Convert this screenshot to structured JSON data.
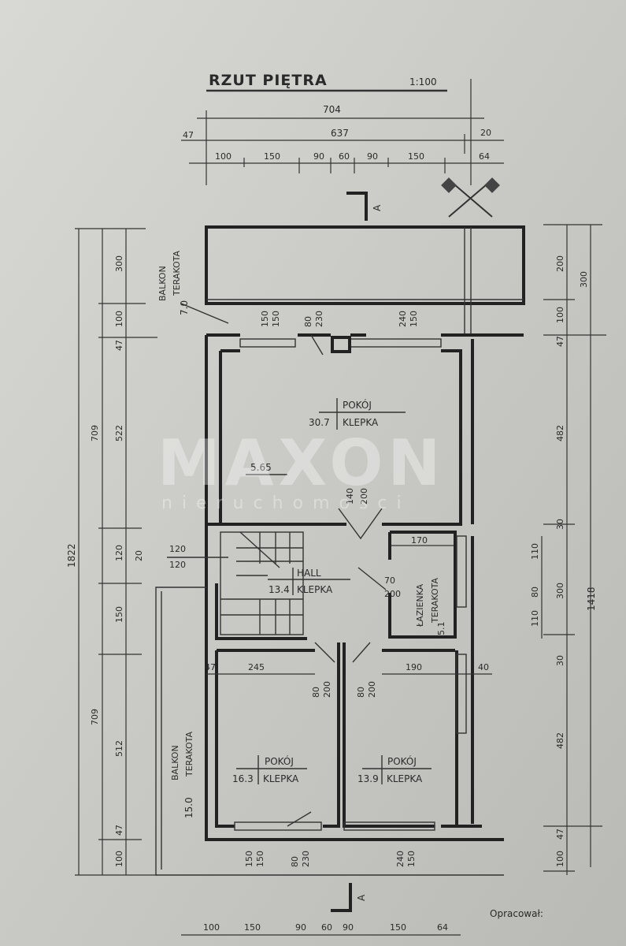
{
  "title": {
    "text": "RZUT PIĘTRA",
    "scale": "1:100"
  },
  "top_dims": {
    "total": "704",
    "inner": "637",
    "left_offset": "47",
    "right_offset": "20",
    "segments": [
      "100",
      "150",
      "90",
      "60",
      "90",
      "150",
      "64"
    ]
  },
  "bottom_dims": {
    "segments": [
      "100",
      "150",
      "90",
      "60",
      "90",
      "150",
      "64"
    ]
  },
  "section_marker": "A",
  "rooms": {
    "balcony_top": {
      "name": "BALKON",
      "floor": "TERAKOTA",
      "area": "7.0"
    },
    "living": {
      "name": "POKÓJ",
      "floor": "KLEPKA",
      "area": "30.7"
    },
    "hall": {
      "name": "HALL",
      "floor": "KLEPKA",
      "area": "13.4"
    },
    "bathroom": {
      "name": "ŁAZIENKA",
      "floor": "TERAKOTA",
      "area": "5.1"
    },
    "room_left": {
      "name": "POKÓJ",
      "floor": "KLEPKA",
      "area": "16.3"
    },
    "room_right": {
      "name": "POKÓJ",
      "floor": "KLEPKA",
      "area": "13.9"
    },
    "balcony_left": {
      "name": "BALKON",
      "floor": "TERAKOTA",
      "area": "15.0"
    }
  },
  "level": "5.65",
  "openings": {
    "win_top_left": [
      "150",
      "150"
    ],
    "door_top": [
      "80",
      "230"
    ],
    "win_top_right": [
      "240",
      "150"
    ],
    "door_living": [
      "140",
      "200"
    ],
    "stair_window": [
      "120",
      "120"
    ],
    "door_bath": [
      "70",
      "200"
    ],
    "door_room_left": [
      "80",
      "200"
    ],
    "door_room_right": [
      "80",
      "200"
    ],
    "win_bottom_left": [
      "150",
      "150"
    ],
    "door_bottom": [
      "80",
      "230"
    ],
    "win_bottom_right": [
      "240",
      "150"
    ]
  },
  "inner_dims": {
    "bath_width": "170",
    "room_left_width": "245",
    "room_right_width": "190",
    "wall_left": "47",
    "wall_right": "40"
  },
  "left_dims": {
    "total": "1822",
    "a": [
      "300",
      "100",
      "47",
      "522",
      "120",
      "20",
      "150",
      "512",
      "47",
      "100"
    ],
    "b": [
      "709",
      "709"
    ]
  },
  "right_dims": {
    "total": "1418",
    "a": [
      "200",
      "100",
      "47",
      "482",
      "30",
      "110",
      "80",
      "110",
      "30",
      "482",
      "47",
      "100"
    ],
    "b": [
      "300",
      "300"
    ]
  },
  "footer": {
    "author_label": "Opracował:"
  },
  "watermark": {
    "brand": "MAXON",
    "sub": "nieruchomości"
  }
}
